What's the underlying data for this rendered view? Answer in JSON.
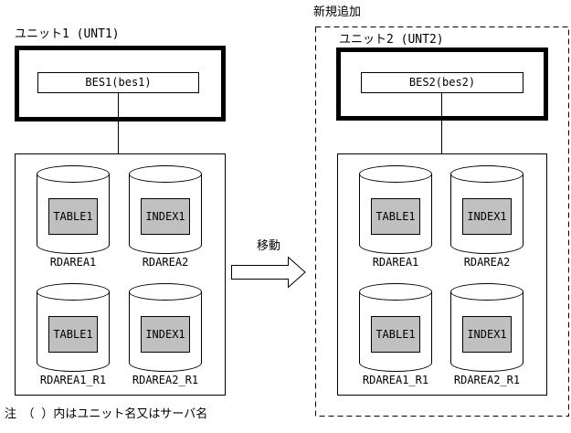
{
  "diagram": {
    "new_addition_label": "新規追加",
    "move_label": "移動",
    "note": "注　（ ）内はユニット名又はサーバ名",
    "units": [
      {
        "unit_label": "ユニット1 (UNT1)",
        "server_label": "BES1(bes1)",
        "rdareas": [
          {
            "object": "TABLE1",
            "label": "RDAREA1"
          },
          {
            "object": "INDEX1",
            "label": "RDAREA2"
          },
          {
            "object": "TABLE1",
            "label": "RDAREA1_R1"
          },
          {
            "object": "INDEX1",
            "label": "RDAREA2_R1"
          }
        ]
      },
      {
        "unit_label": "ユニット2 (UNT2)",
        "server_label": "BES2(bes2)",
        "rdareas": [
          {
            "object": "TABLE1",
            "label": "RDAREA1"
          },
          {
            "object": "INDEX1",
            "label": "RDAREA2"
          },
          {
            "object": "TABLE1",
            "label": "RDAREA1_R1"
          },
          {
            "object": "INDEX1",
            "label": "RDAREA2_R1"
          }
        ]
      }
    ],
    "colors": {
      "line": "#000000",
      "background": "#ffffff",
      "object_fill": "#c0c0c0"
    }
  }
}
